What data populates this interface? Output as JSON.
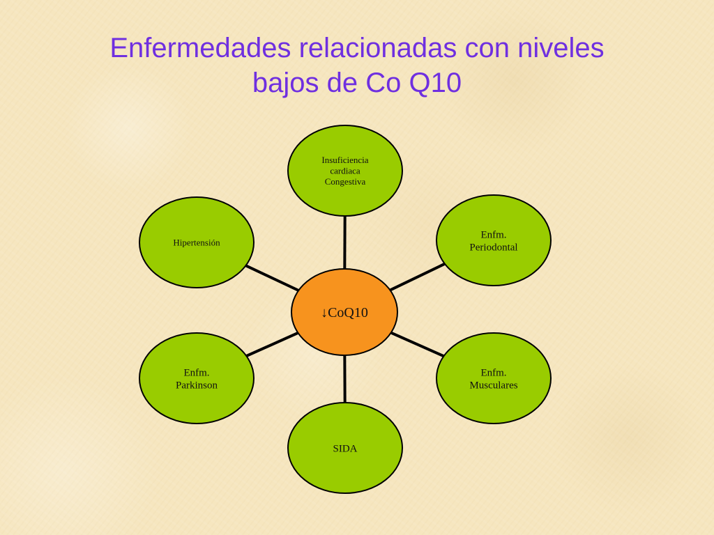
{
  "slide": {
    "title_line1": "Enfermedades relacionadas con niveles",
    "title_line2": "bajos de Co Q10"
  },
  "diagram": {
    "center": {
      "label": "↓CoQ10",
      "color": "#f7931e"
    },
    "node_color": "#99cc00",
    "outline_color": "#000000",
    "nodes": [
      {
        "id": "icc",
        "lines": [
          "Insuficiencia",
          "cardiaca",
          "Congestiva"
        ]
      },
      {
        "id": "periodontal",
        "lines": [
          "Enfm.",
          "Periodontal"
        ]
      },
      {
        "id": "musculares",
        "lines": [
          "Enfm.",
          "Musculares"
        ]
      },
      {
        "id": "sida",
        "lines": [
          "SIDA"
        ]
      },
      {
        "id": "parkinson",
        "lines": [
          "Enfm.",
          "Parkinson"
        ]
      },
      {
        "id": "hipertension",
        "lines": [
          "Hipertensión"
        ]
      }
    ]
  }
}
